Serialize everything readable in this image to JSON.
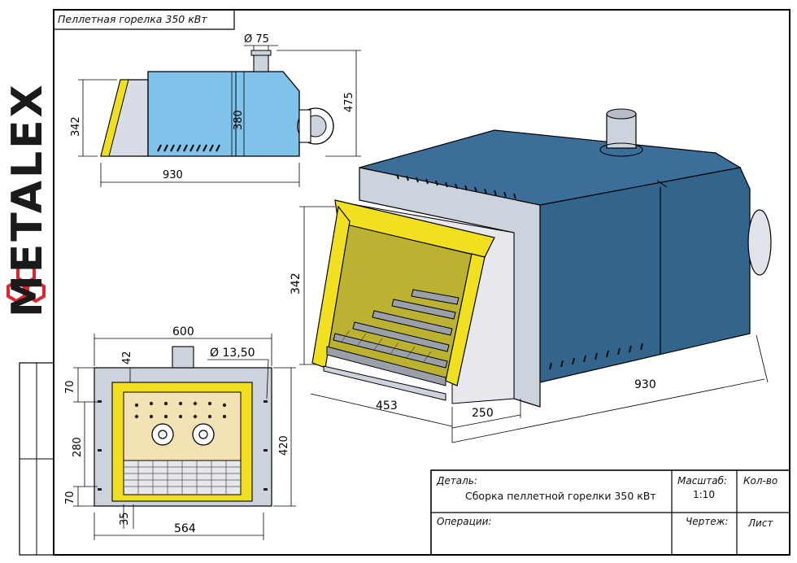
{
  "brand": {
    "name": "METALEX",
    "color": "#e0252b"
  },
  "drawing_title": "Пеллетная горелка 350 кВт",
  "dimensions": {
    "top_view": {
      "pipe_diameter": "Ø 75",
      "height_left": "342",
      "height_mid": "380",
      "height_total": "475",
      "length": "930"
    },
    "iso_view": {
      "height": "342",
      "depth_chamber": "453",
      "flange_offset": "250",
      "length": "930"
    },
    "front_view": {
      "width_total": "600",
      "top_offset": "42",
      "hole_diameter": "Ø 13,50",
      "left_70_top": "70",
      "left_280": "280",
      "left_70_bottom": "70",
      "right_420": "420",
      "bottom_35": "35",
      "bottom_564": "564"
    }
  },
  "title_block": {
    "part_label": "Деталь:",
    "part_value": "Сборка пеллетной горелки 350 кВт",
    "ops_label": "Операции:",
    "scale_label": "Масштаб:",
    "scale_value": "1:10",
    "qty_label": "Кол-во",
    "sheet_no_label": "Чертеж:",
    "sheet_label": "Лист"
  },
  "colors": {
    "body_blue": "#3b6f9a",
    "light_blue": "#7fc3ea",
    "yellow": "#f0e020",
    "panel_cream": "#f3e2b3",
    "steel": "#cdd3dd"
  }
}
